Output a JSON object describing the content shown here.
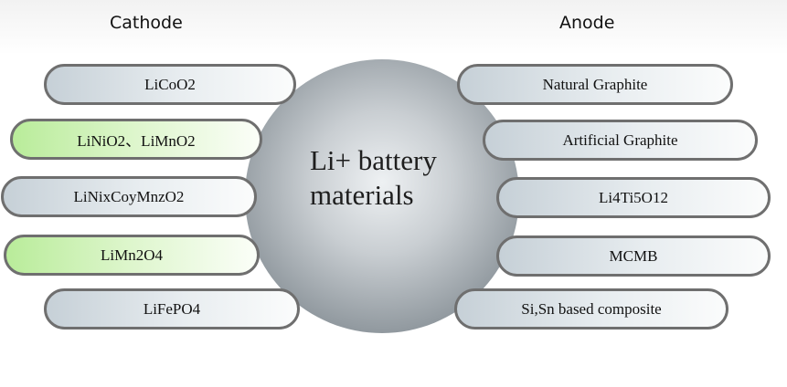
{
  "headings": {
    "cathode": "Cathode",
    "anode": "Anode"
  },
  "center": {
    "line1": "Li+ battery",
    "line2": "materials"
  },
  "cathode": [
    {
      "label": "LiCoO2",
      "highlight": false
    },
    {
      "label": "LiNiO2、LiMnO2",
      "highlight": true
    },
    {
      "label": "LiNixCoyMnzO2",
      "highlight": false
    },
    {
      "label": "LiMn2O4",
      "highlight": true
    },
    {
      "label": "LiFePO4",
      "highlight": false
    }
  ],
  "anode": [
    {
      "label": "Natural Graphite",
      "highlight": false
    },
    {
      "label": "Artificial Graphite",
      "highlight": false
    },
    {
      "label": "Li4Ti5O12",
      "highlight": false
    },
    {
      "label": "MCMB",
      "highlight": false
    },
    {
      "label": "Si,Sn based composite",
      "highlight": false
    }
  ],
  "colors": {
    "pill_border": "#6f6f6f",
    "pill_fill": "#c6d0d7",
    "highlight_fill": "#b9ec9a",
    "circle_fill": "#939ba1"
  }
}
